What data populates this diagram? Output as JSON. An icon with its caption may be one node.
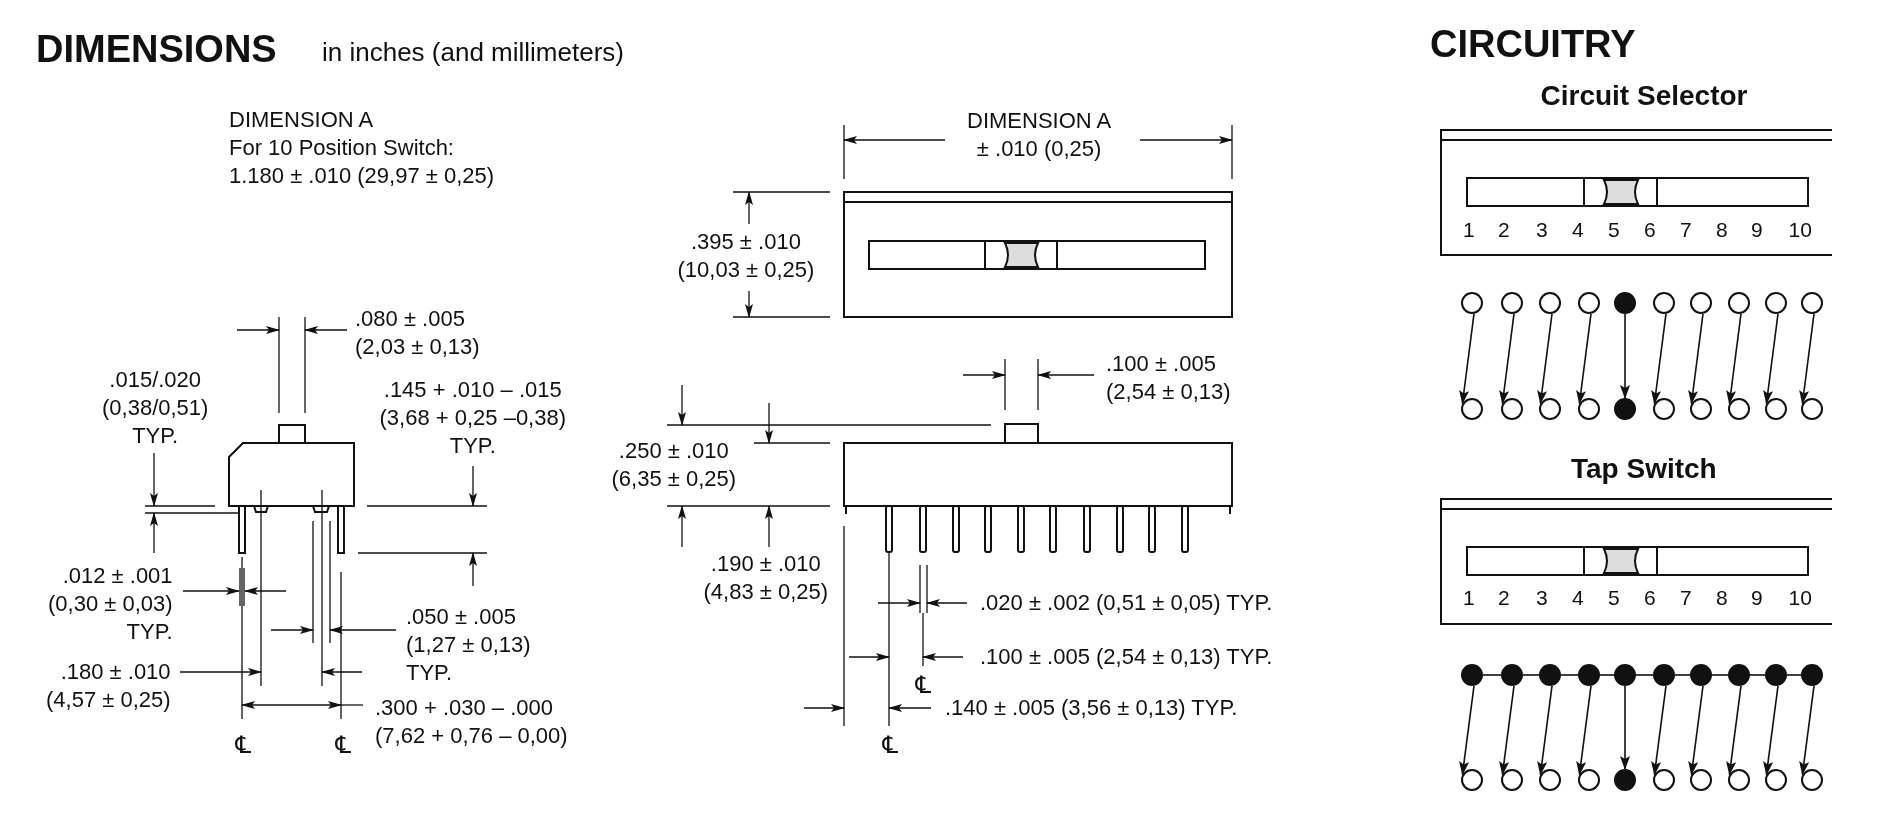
{
  "diagram": {
    "title": "DIMENSIONS",
    "nodes": [
      {
        "text": [],
        "shape": "circle"
      },
      {
        "text": [],
        "shape": "circle"
      },
      {
        "text": [],
        "shape": "circle"
      },
      {
        "text": [],
        "shape": "circle"
      },
      {
        "text": [],
        "shape": "circle"
      },
      {
        "text": [],
        "shape": "circle"
      },
      {
        "text": [],
        "shape": "circle"
      },
      {
        "text": [],
        "shape": "circle"
      },
      {
        "text": [],
        "shape": "circle"
      },
      {
        "text": [],
        "shape": "circle"
      },
      {
        "text": [],
        "shape": "circle"
      },
      {
        "text": [],
        "shape": "circle"
      },
      {
        "text": [],
        "shape": "circle"
      },
      {
        "text": [],
        "shape": "circle"
      },
      {
        "text": [],
        "shape": "circle"
      },
      {
        "text": [],
        "shape": "circle"
      },
      {
        "text": [],
        "shape": "circle"
      },
      {
        "text": [],
        "shape": "circle"
      },
      {
        "text": [],
        "shape": "circle"
      },
      {
        "text": [],
        "shape": "circle"
      },
      {
        "text": [],
        "shape": "circle"
      },
      {
        "text": [],
        "shape": "circle"
      },
      {
        "text": [],
        "shape": "circle"
      },
      {
        "text": [],
        "shape": "circle"
      },
      {
        "text": [],
        "shape": "circle"
      },
      {
        "text": [],
        "shape": "circle"
      },
      {
        "text": [],
        "shape": "circle"
      },
      {
        "text": [],
        "shape": "circle"
      },
      {
        "text": [],
        "shape": "circle"
      },
      {
        "text": [],
        "shape": "circle"
      },
      {
        "text": [],
        "shape": "circle"
      },
      {
        "text": [],
        "shape": "circle"
      },
      {
        "text": [],
        "shape": "circle"
      },
      {
        "text": [],
        "shape": "circle"
      },
      {
        "text": [],
        "shape": "circle"
      },
      {
        "text": [],
        "shape": "circle"
      },
      {
        "text": [],
        "shape": "circle"
      },
      {
        "text": [],
        "shape": "circle"
      },
      {
        "text": [],
        "shape": "circle"
      },
      {
        "text": [],
        "shape": "circle"
      }
    ],
    "edges": [
      {
        "from": 0,
        "to": 10,
        "arrow": "to"
      },
      {
        "from": 1,
        "to": 11,
        "arrow": "to"
      },
      {
        "from": 2,
        "to": 12,
        "arrow": "to"
      },
      {
        "from": 3,
        "to": 13,
        "arrow": "to"
      },
      {
        "from": 4,
        "to": 14,
        "arrow": "to"
      },
      {
        "from": 5,
        "to": 15,
        "arrow": "to"
      },
      {
        "from": 6,
        "to": 16,
        "arrow": "to"
      },
      {
        "from": 7,
        "to": 17,
        "arrow": "to"
      },
      {
        "from": 8,
        "to": 18,
        "arrow": "to"
      },
      {
        "from": 9,
        "to": 19,
        "arrow": "to"
      },
      {
        "from": 20,
        "to": 30,
        "arrow": "to"
      },
      {
        "from": 21,
        "to": 31,
        "arrow": "to"
      },
      {
        "from": 22,
        "to": 32,
        "arrow": "to"
      },
      {
        "from": 23,
        "to": 33,
        "arrow": "to"
      },
      {
        "from": 24,
        "to": 34,
        "arrow": "to"
      },
      {
        "from": 25,
        "to": 35,
        "arrow": "to"
      },
      {
        "from": 26,
        "to": 36,
        "arrow": "to"
      },
      {
        "from": 27,
        "to": 37,
        "arrow": "to"
      },
      {
        "from": 28,
        "to": 38,
        "arrow": "to"
      },
      {
        "from": 29,
        "to": 39,
        "arrow": "to"
      },
      {
        "from": 20,
        "to": 21,
        "arrow": "none"
      },
      {
        "from": 21,
        "to": 22,
        "arrow": "none"
      },
      {
        "from": 22,
        "to": 23,
        "arrow": "none"
      },
      {
        "from": 23,
        "to": 24,
        "arrow": "none"
      },
      {
        "from": 24,
        "to": 25,
        "arrow": "none"
      },
      {
        "from": 25,
        "to": 26,
        "arrow": "none"
      },
      {
        "from": 26,
        "to": 27,
        "arrow": "none"
      },
      {
        "from": 27,
        "to": 28,
        "arrow": "none"
      },
      {
        "from": 28,
        "to": 29,
        "arrow": "none"
      }
    ],
    "labels": [
      "in inches (and millimeters)",
      "DIMENSION A For 10 Position Switch: 1.180 ± .010 (29,97 ± 0,25)",
      "DIMENSION A ± .010 (0,25)",
      ".080 ± .005 (2,03 ± 0,13)",
      ".395 ± .010 (10,03 ± 0,25)",
      ".015/.020 (0,38/0,51) TYP.",
      ".145 + .010 – .015 (3,68 + 0,25 –0,38) TYP.",
      ".100 ± .005 (2,54 ± 0,13)",
      ".250 ± .010 (6,35 ± 0,25)",
      ".012 ± .001 (0,30 ± 0,03) TYP.",
      ".190 ± .010 (4,83 ± 0,25)",
      ".050 ± .005 (1,27 ± 0,13) TYP.",
      ".020 ± .002 (0,51 ± 0,05) TYP.",
      ".180 ± .010 (4,57 ± 0,25)",
      ".100 ± .005 (2,54 ± 0,13) TYP.",
      ".300 + .030 – .000 (7,62 + 0,76 – 0,00)",
      "℄",
      ".140 ± .005 (3,56 ± 0,13) TYP.",
      "℄",
      "℄",
      "℄",
      "CIRCUITRY",
      "Circuit Selector",
      "1",
      "2",
      "3",
      "4",
      "5",
      "6",
      "7",
      "8",
      "9",
      "10",
      "Tap Switch",
      "1",
      "2",
      "3",
      "4",
      "5",
      "6",
      "7",
      "8",
      "9",
      "10"
    ]
  }
}
